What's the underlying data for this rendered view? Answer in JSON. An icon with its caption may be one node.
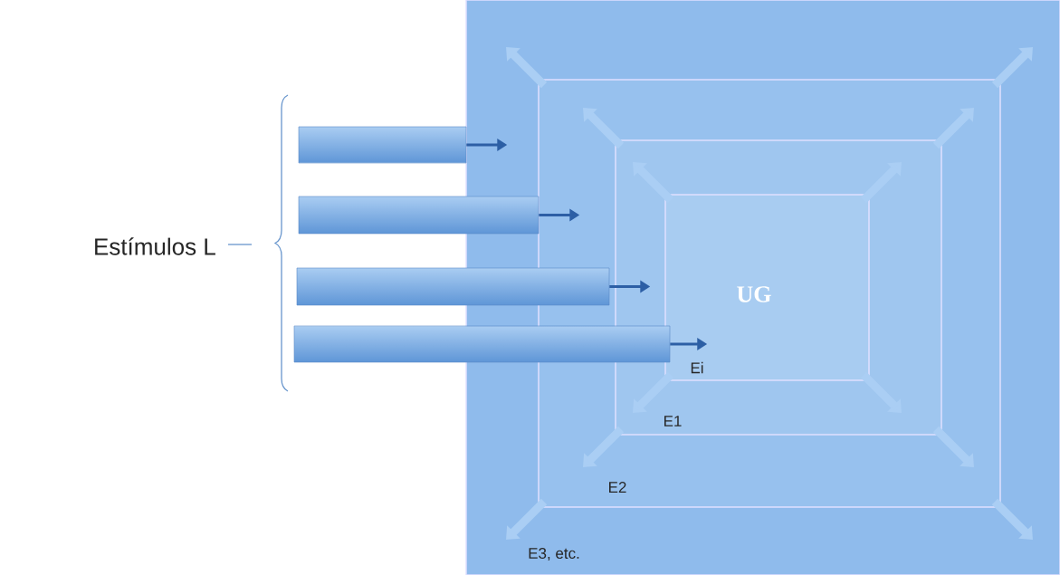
{
  "diagram": {
    "nodes": [
      {
        "text": [
          "E3, etc."
        ]
      },
      {
        "text": [
          "E2"
        ],
        "in": 0
      },
      {
        "text": [
          "E1"
        ],
        "in": 1
      },
      {
        "text": [
          "UG",
          "Ei"
        ],
        "in": 2
      },
      {
        "text": [],
        "shape": "bar"
      },
      {
        "text": [],
        "shape": "bar"
      },
      {
        "text": [],
        "shape": "bar"
      },
      {
        "text": [],
        "shape": "bar"
      }
    ],
    "edges": [
      {
        "from": 4,
        "to": null,
        "arrow": "to"
      },
      {
        "from": 5,
        "to": null,
        "arrow": "to"
      },
      {
        "from": 6,
        "to": null,
        "arrow": "to"
      },
      {
        "from": 7,
        "to": 3,
        "arrow": "to"
      }
    ],
    "labels": [
      "Estímulos L"
    ]
  }
}
